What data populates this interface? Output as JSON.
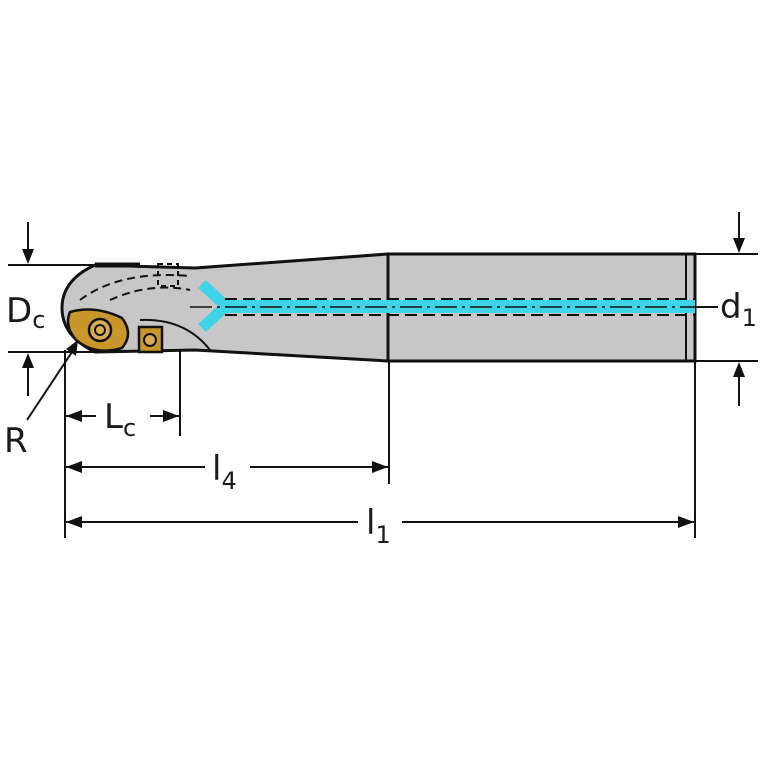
{
  "labels": {
    "dc_main": "D",
    "dc_sub": "c",
    "d1_main": "d",
    "d1_sub": "1",
    "r": "R",
    "lc_main": "L",
    "lc_sub": "c",
    "l4_main": "l",
    "l4_sub": "4",
    "l1_main": "l",
    "l1_sub": "1"
  },
  "colors": {
    "body": "#c7c7c7",
    "outline": "#111111",
    "coolant": "#3ed3e6",
    "insert": "#c9962c"
  }
}
